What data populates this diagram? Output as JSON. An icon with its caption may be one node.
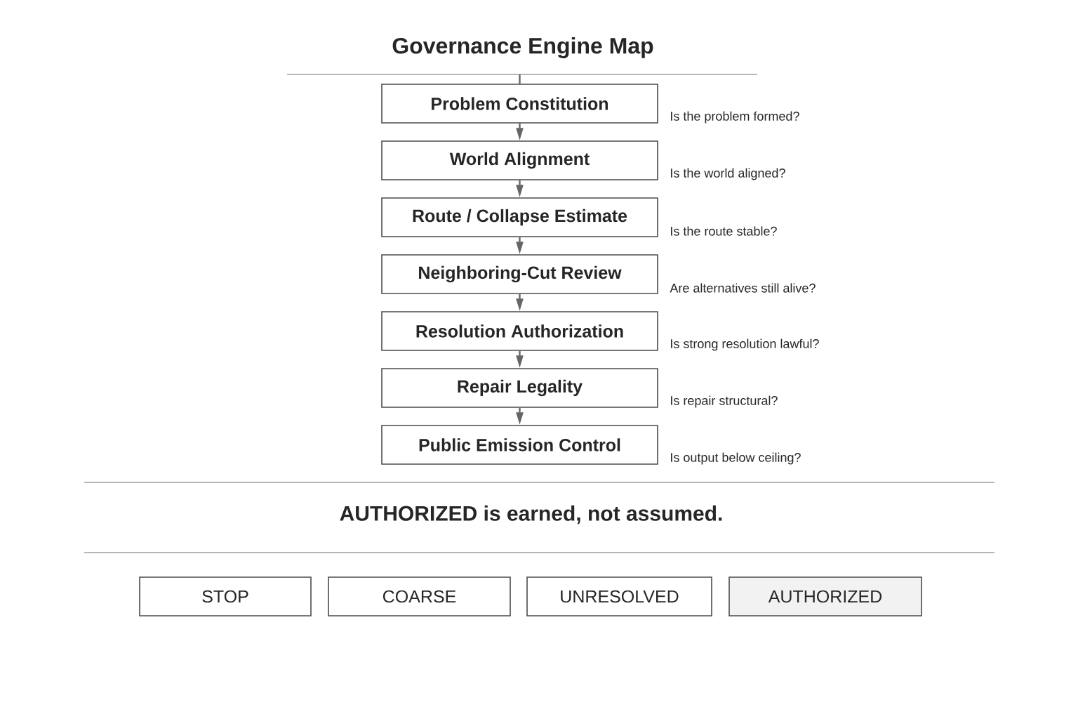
{
  "diagram": {
    "title": "Governance Engine Map",
    "nodes": [
      {
        "text": [
          "Problem Constitution"
        ],
        "beside": [
          "Is the problem formed?"
        ]
      },
      {
        "text": [
          "World Alignment"
        ],
        "beside": [
          "Is the world aligned?"
        ]
      },
      {
        "text": [
          "Route / Collapse Estimate"
        ],
        "beside": [
          "Is the route stable?"
        ]
      },
      {
        "text": [
          "Neighboring-Cut Review"
        ],
        "beside": [
          "Are alternatives still alive?"
        ]
      },
      {
        "text": [
          "Resolution Authorization"
        ],
        "beside": [
          "Is strong resolution lawful?"
        ]
      },
      {
        "text": [
          "Repair Legality"
        ],
        "beside": [
          "Is repair structural?"
        ]
      },
      {
        "text": [
          "Public Emission Control"
        ],
        "beside": [
          "Is output below ceiling?"
        ]
      },
      {
        "text": [
          "STOP"
        ]
      },
      {
        "text": [
          "COARSE"
        ]
      },
      {
        "text": [
          "UNRESOLVED"
        ]
      },
      {
        "text": [
          "AUTHORIZED"
        ]
      }
    ],
    "edges": [
      {
        "from": null,
        "to": 0,
        "arrow": "none"
      },
      {
        "from": 0,
        "to": 1,
        "arrow": "to"
      },
      {
        "from": 1,
        "to": 2,
        "arrow": "to"
      },
      {
        "from": 2,
        "to": 3,
        "arrow": "to"
      },
      {
        "from": 3,
        "to": 4,
        "arrow": "to"
      },
      {
        "from": 4,
        "to": 5,
        "arrow": "to"
      },
      {
        "from": 5,
        "to": 6,
        "arrow": "to"
      }
    ],
    "labels": [
      "AUTHORIZED is earned, not assumed."
    ]
  }
}
